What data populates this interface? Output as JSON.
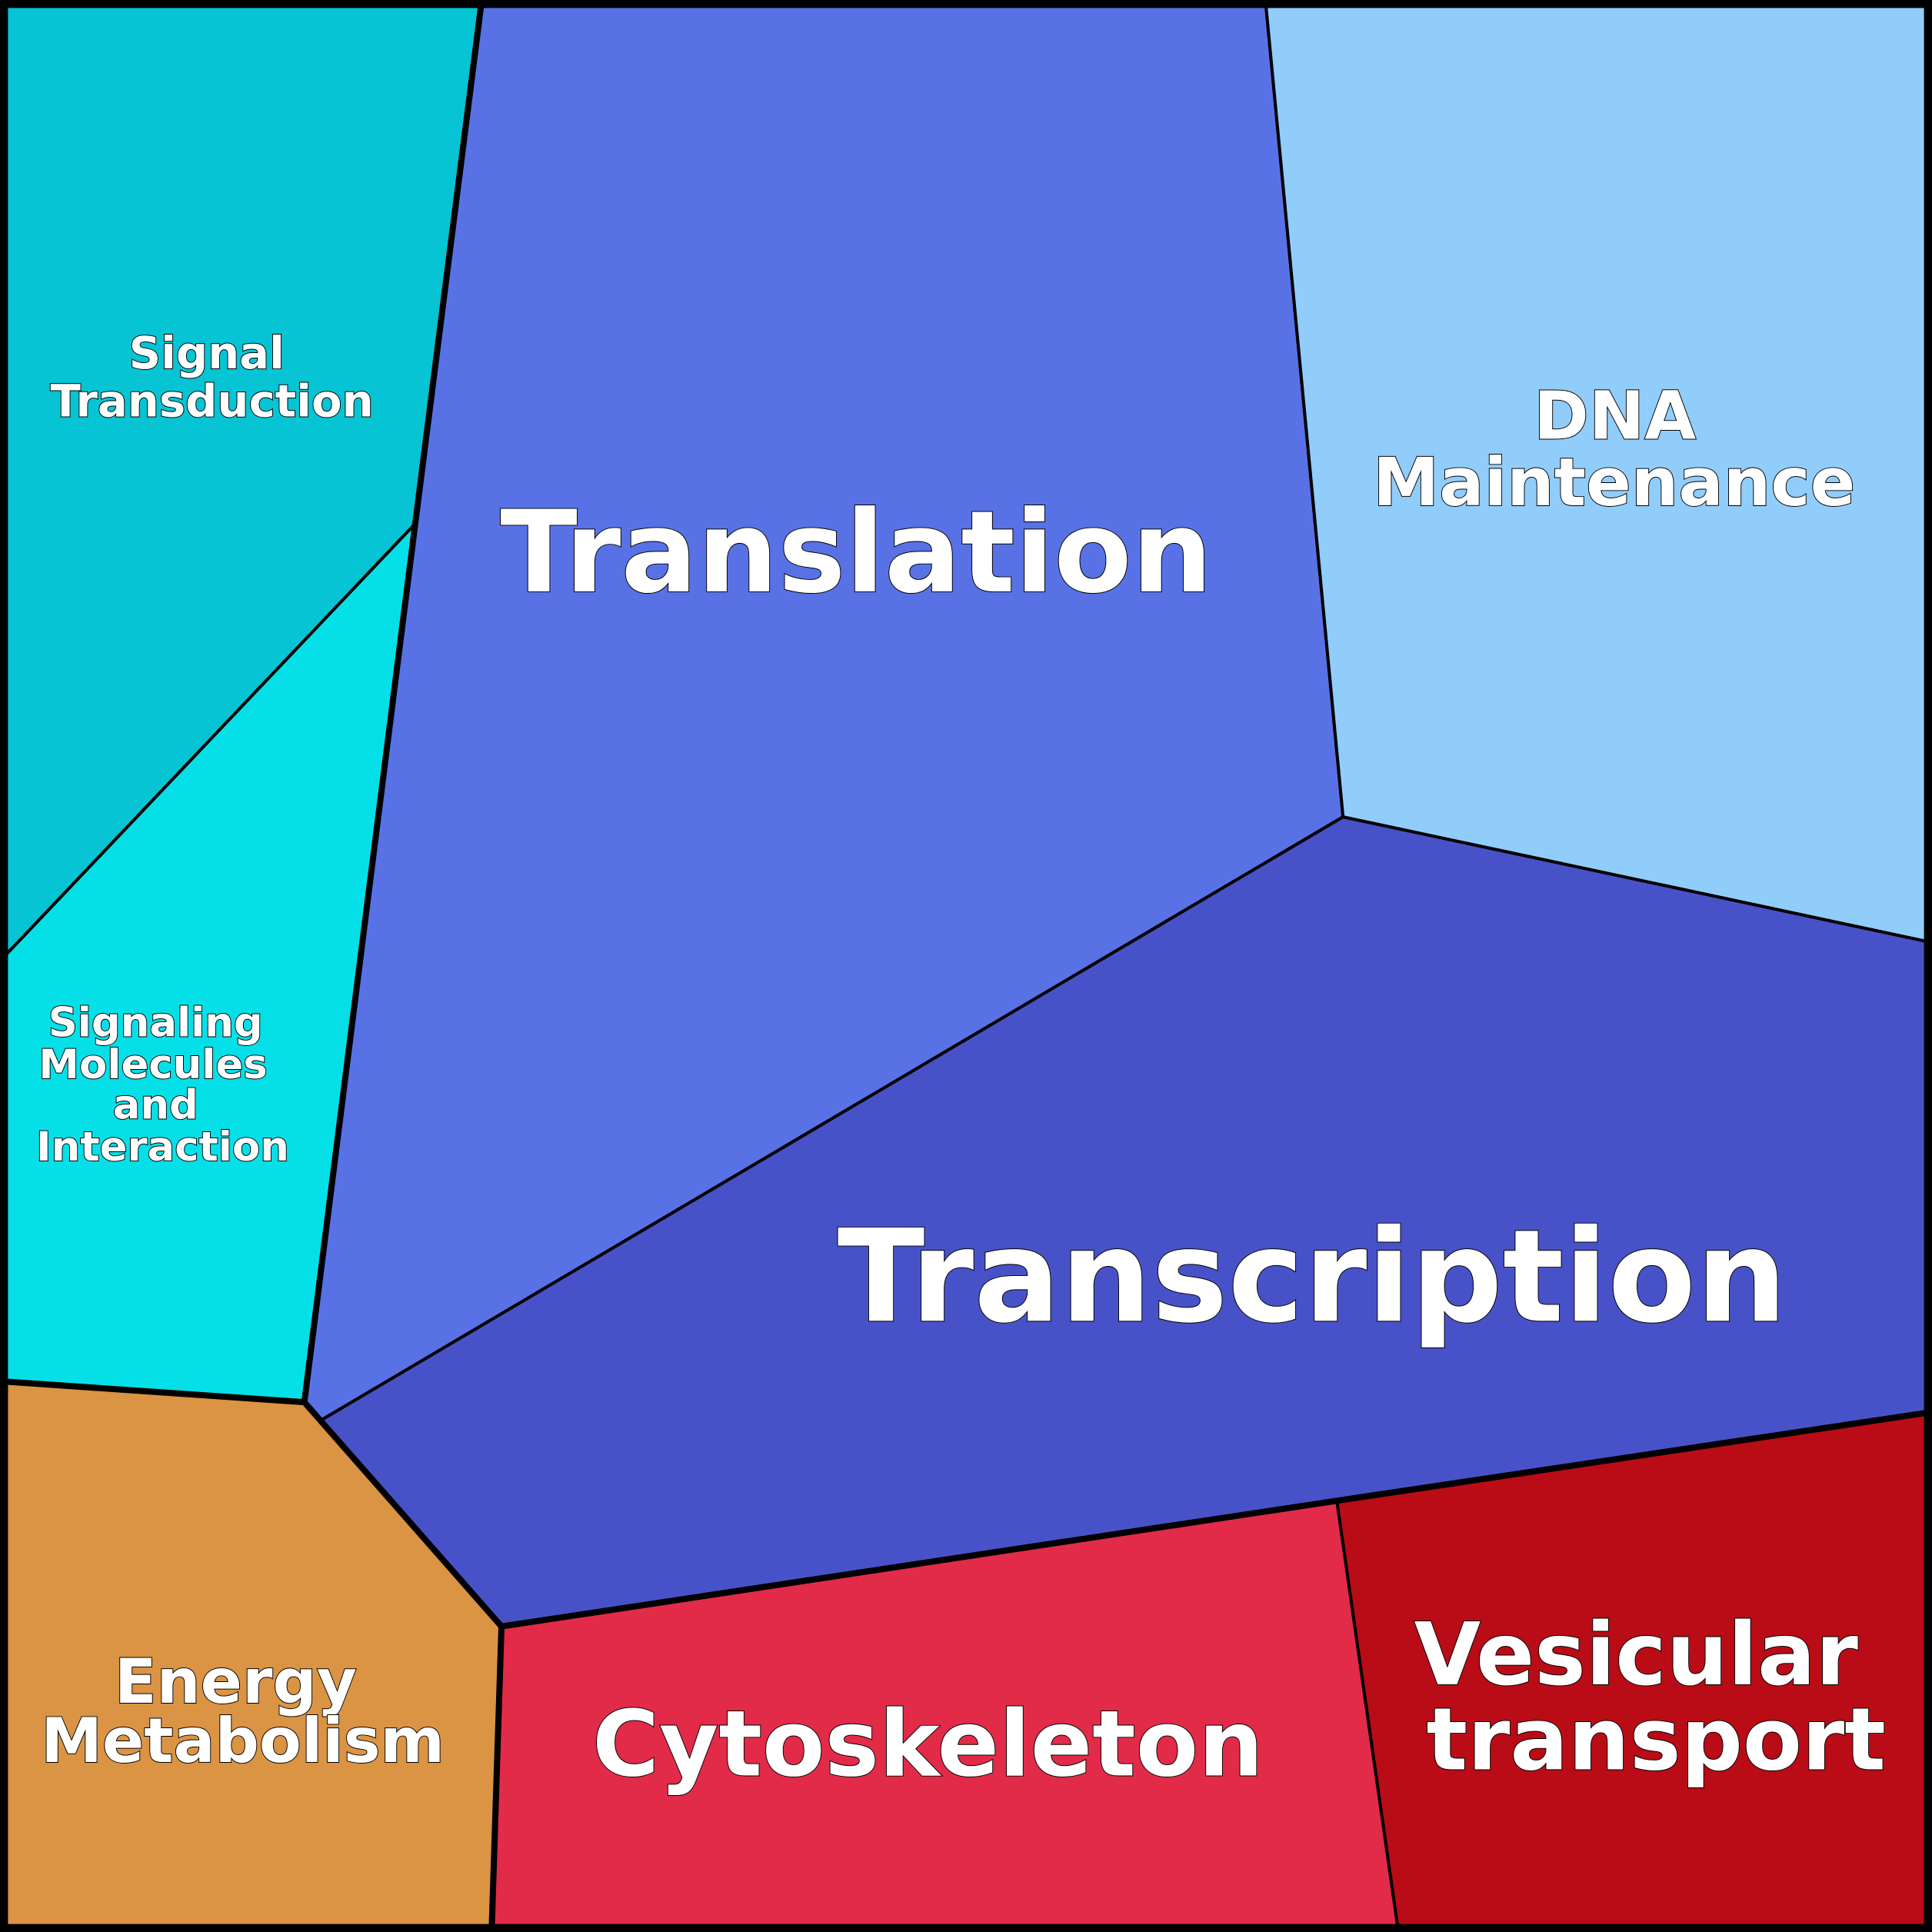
{
  "title": "Functional category Voronoi treemap",
  "cells": [
    {
      "id": "signal-transduction",
      "lines": [
        "Signal",
        "Transduction"
      ],
      "color": "#06C4D4"
    },
    {
      "id": "signaling-molecules",
      "lines": [
        "Signaling",
        "Molecules",
        "and",
        "Interaction"
      ],
      "color": "#05E0E8"
    },
    {
      "id": "translation",
      "lines": [
        "Translation"
      ],
      "color": "#5872E6"
    },
    {
      "id": "dna-maintenance",
      "lines": [
        "DNA",
        "Maintenance"
      ],
      "color": "#91CDFB"
    },
    {
      "id": "transcription",
      "lines": [
        "Transcription"
      ],
      "color": "#4852C8"
    },
    {
      "id": "energy-metabolism",
      "lines": [
        "Energy",
        "Metabolism"
      ],
      "color": "#DB9344"
    },
    {
      "id": "cytoskeleton",
      "lines": [
        "Cytoskeleton"
      ],
      "color": "#E22B48"
    },
    {
      "id": "vesicular-transport",
      "lines": [
        "Vesicular",
        "transport"
      ],
      "color": "#B90C16"
    }
  ]
}
